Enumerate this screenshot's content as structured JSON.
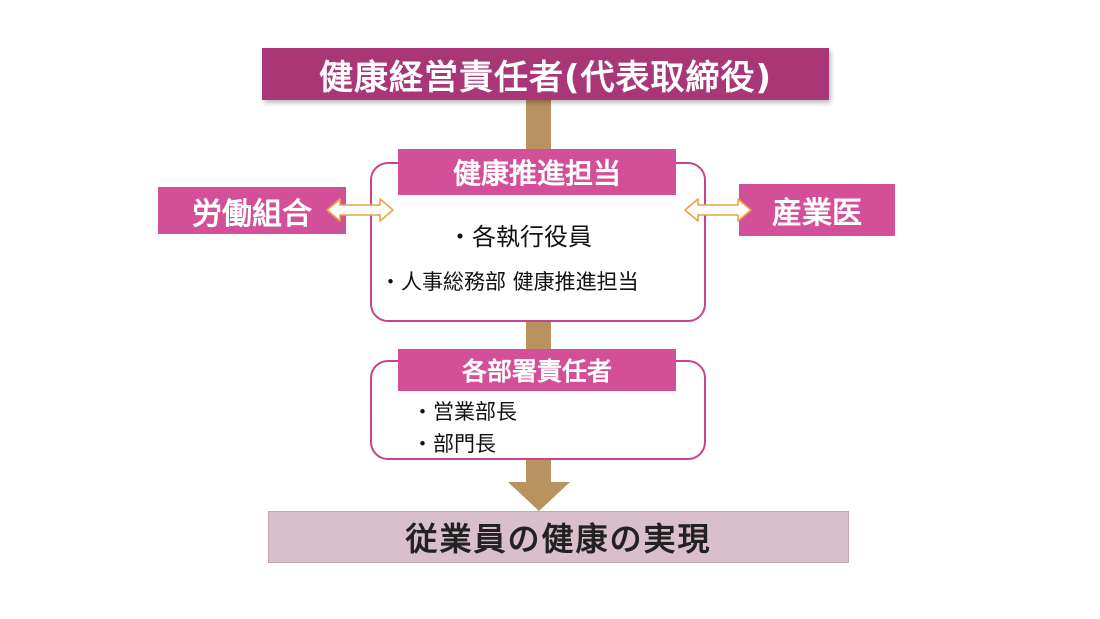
{
  "diagram": {
    "top_title": "健康経営責任者(代表取締役)",
    "promotion": {
      "title": "健康推進担当",
      "items": [
        "・各執行役員",
        "・人事総務部 健康推進担当"
      ]
    },
    "left_partner": "労働組合",
    "right_partner": "産業医",
    "departments": {
      "title": "各部署責任者",
      "items": [
        "・営業部長",
        "・部門長"
      ]
    },
    "goal": "従業員の健康の実現"
  }
}
